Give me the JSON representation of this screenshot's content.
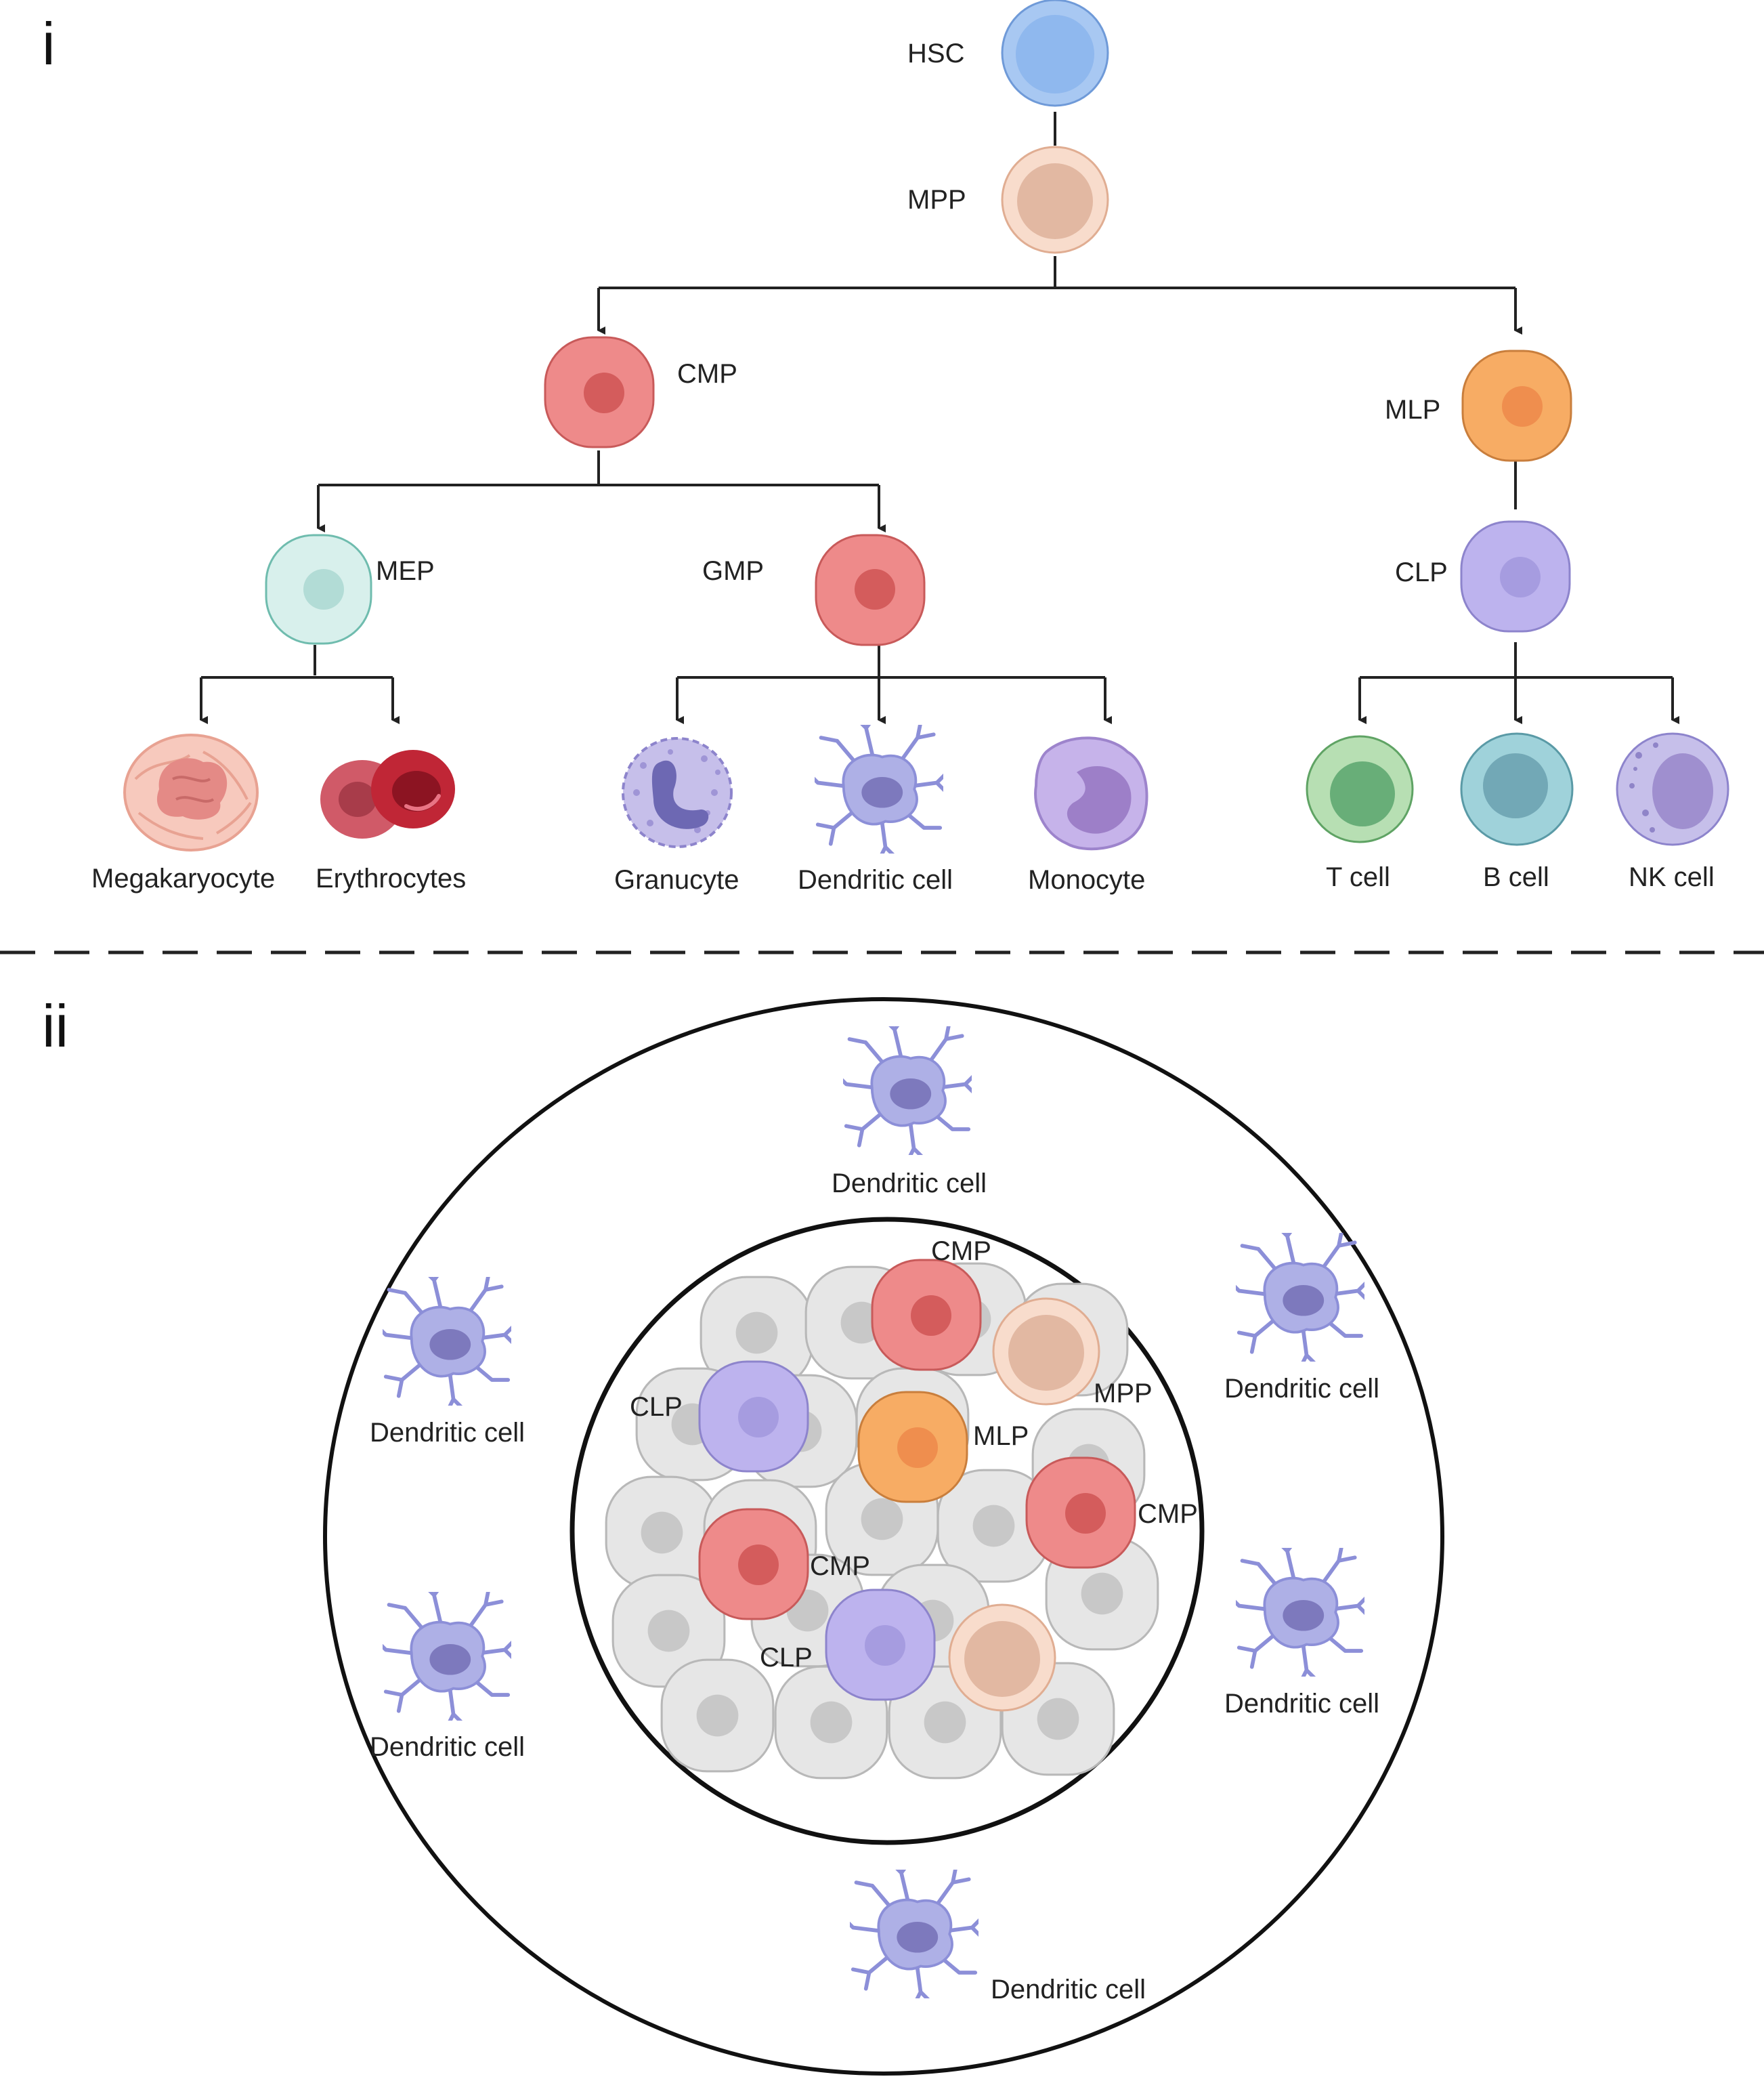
{
  "panel_i": {
    "label": "i",
    "nodes": {
      "hsc": "HSC",
      "mpp": "MPP",
      "cmp": "CMP",
      "mlp": "MLP",
      "mep": "MEP",
      "gmp": "GMP",
      "clp": "CLP"
    },
    "mature": {
      "megakaryocyte": "Megakaryocyte",
      "erythrocytes": "Erythrocytes",
      "granucyte": "Granucyte",
      "dendritic": "Dendritic cell",
      "monocyte": "Monocyte",
      "tcell": "T cell",
      "bcell": "B cell",
      "nkcell": "NK cell"
    }
  },
  "panel_ii": {
    "label": "ii",
    "outer_dendritic": [
      "Dendritic cell",
      "Dendritic cell",
      "Dendritic cell",
      "Dendritic cell",
      "Dendritic cell",
      "Dendritic cell"
    ],
    "inner": {
      "cmp_top": "CMP",
      "mpp": "MPP",
      "clp_left": "CLP",
      "mlp": "MLP",
      "cmp_right": "CMP",
      "cmp_mid": "CMP",
      "clp_bottom": "CLP"
    }
  },
  "colors": {
    "hsc": "#8fb8ee",
    "mpp": "#f4d2c0",
    "cmp": "#ee8a8a",
    "mlp": "#f7ac64",
    "mep": "#d8f0ec",
    "clp": "#bdb3ee",
    "tcell": "#b7dfb3",
    "bcell": "#9fd2da",
    "nkcell": "#c6bfea",
    "dendritic": "#aeb0e6",
    "grey_cell": "#e6e6e6"
  }
}
